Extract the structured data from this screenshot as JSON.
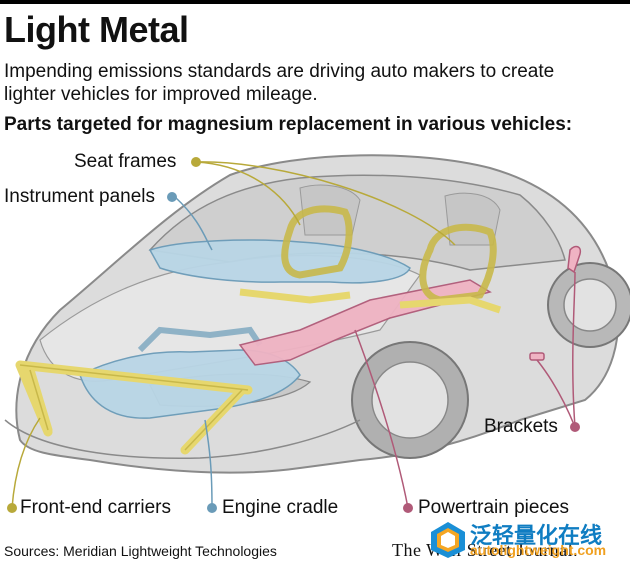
{
  "title": "Light Metal",
  "subtitle": "Impending emissions standards are driving auto makers to create lighter vehicles for improved mileage.",
  "section_heading": "Parts targeted for magnesium replacement in various vehicles:",
  "labels": {
    "seat_frames": "Seat frames",
    "instrument_panels": "Instrument panels",
    "brackets": "Brackets",
    "front_end_carriers": "Front-end carriers",
    "engine_cradle": "Engine cradle",
    "powertrain_pieces": "Powertrain pieces"
  },
  "colors": {
    "yellow_parts": "#efe58e",
    "yellow_outline": "#c8b84a",
    "blue_parts": "#b9d6e6",
    "blue_outline": "#6a9bb8",
    "pink_parts": "#efb3c3",
    "pink_outline": "#b05a78",
    "car_body": "#dcdcdc",
    "car_outline": "#8a8a8a"
  },
  "sources": "Sources: Meridian Lightweight Technologies",
  "publication": "The Wall Street Journal.",
  "watermark": {
    "text": "泛轻量化在线",
    "url": "autolightweight.com"
  }
}
